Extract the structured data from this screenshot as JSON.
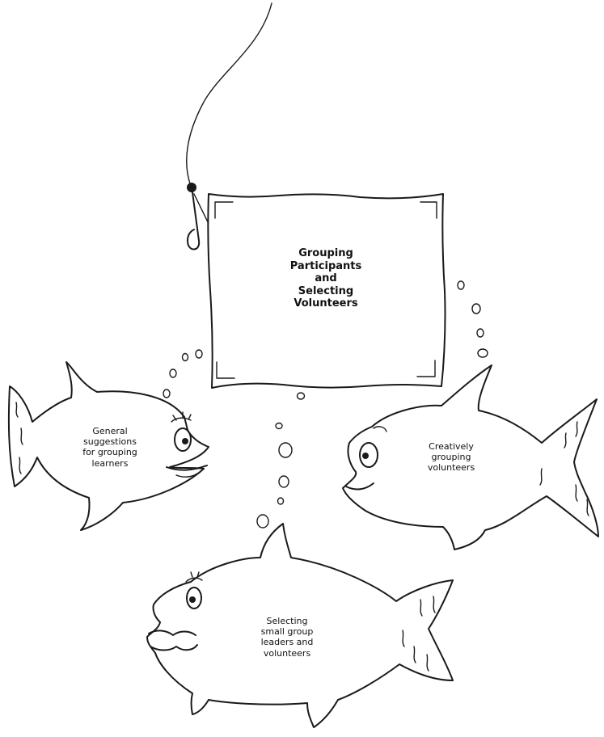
{
  "sign": {
    "title": "Grouping\nParticipants\nand\nSelecting\nVolunteers"
  },
  "fish": [
    {
      "label": "General\nsuggestions\nfor grouping\nlearners"
    },
    {
      "label": "Creatively\ngrouping\nvolunteers"
    },
    {
      "label": "Selecting\nsmall group\nleaders and\nvolunteers"
    }
  ],
  "colors": {
    "ink": "#1a1a1a",
    "background": "#ffffff"
  }
}
